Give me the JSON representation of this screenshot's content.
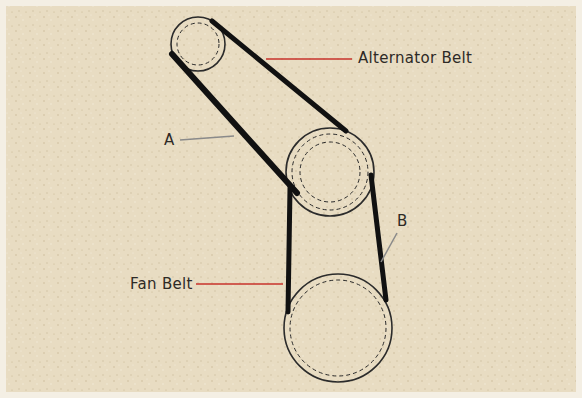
{
  "diagram": {
    "labels": [
      "Alternator Belt",
      "A",
      "Fan Belt",
      "B"
    ]
  }
}
